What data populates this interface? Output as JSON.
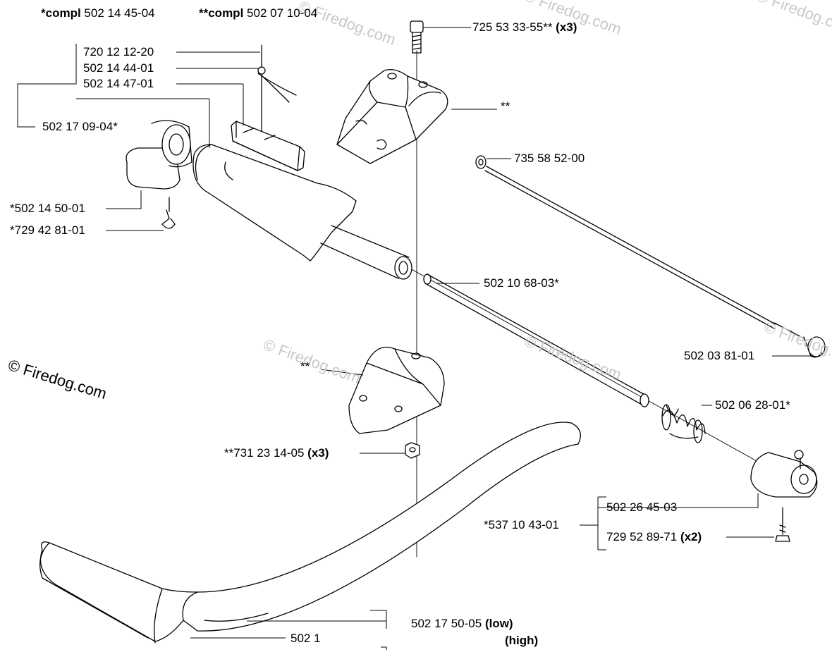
{
  "header": {
    "kit1": {
      "prefix": "*compl",
      "number": "502 14 45-04"
    },
    "kit2": {
      "prefix": "**compl",
      "number": "502 07 10-04"
    }
  },
  "labels": {
    "p1": {
      "num": "720 12 12-20",
      "qty": ""
    },
    "p2": {
      "num": "502 14 44-01",
      "qty": ""
    },
    "p3": {
      "num": "502 14 47-01",
      "qty": ""
    },
    "p4": {
      "num": "502 17 09-04*",
      "qty": ""
    },
    "p5": {
      "num": "*502 14 50-01",
      "qty": ""
    },
    "p6": {
      "num": "*729 42 81-01",
      "qty": ""
    },
    "p7": {
      "num": "725 53 33-55**",
      "qty": "(x3)"
    },
    "p8": {
      "num": "**",
      "qty": ""
    },
    "p9": {
      "num": "735 58 52-00",
      "qty": ""
    },
    "p10": {
      "num": "502 10 68-03*",
      "qty": ""
    },
    "p11": {
      "num": "502 03 81-01",
      "qty": ""
    },
    "p12": {
      "num": "**",
      "qty": ""
    },
    "p13": {
      "num": "502 06 28-01*",
      "qty": ""
    },
    "p14": {
      "num": "**731 23 14-05",
      "qty": "(x3)"
    },
    "p15": {
      "num": "502 26 45-03",
      "qty": ""
    },
    "p16": {
      "num": "*537 10 43-01",
      "qty": ""
    },
    "p17": {
      "num": "729 52 89-71",
      "qty": "(x2)"
    },
    "p18": {
      "num": "502 17 50-05",
      "qty": "(low)"
    },
    "p19": {
      "num": "502 1",
      "qty": ""
    },
    "p20": {
      "num": "",
      "qty": "(high)"
    }
  },
  "watermarks": {
    "main": "© Firedog.com",
    "faint": "© Firedog.com"
  }
}
